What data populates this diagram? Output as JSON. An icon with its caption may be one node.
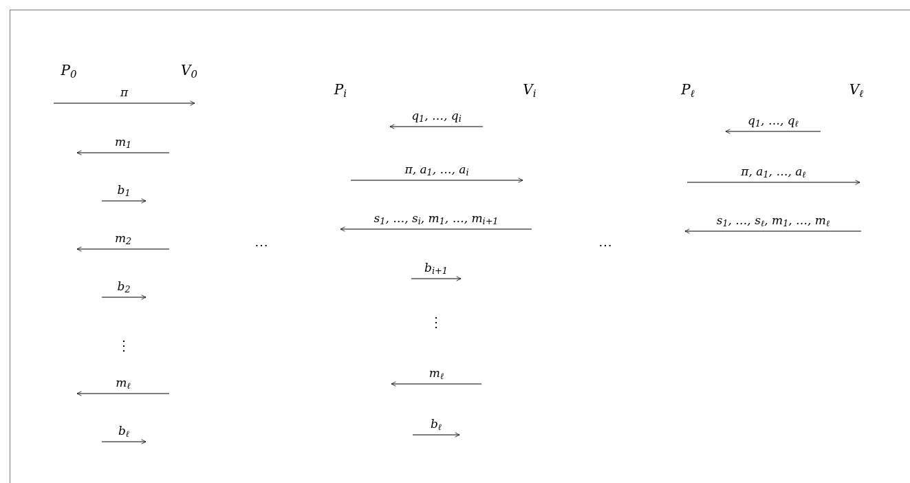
{
  "diagram": {
    "nodes": [
      {
        "text": [
          "P$_{0}$"
        ]
      },
      {
        "text": [
          "V$_{0}$"
        ]
      },
      {
        "text": [
          "P$_{i}$"
        ]
      },
      {
        "text": [
          "V$_{i}$"
        ]
      },
      {
        "text": [
          "P$_{ℓ}$"
        ]
      },
      {
        "text": [
          "V$_{ℓ}$"
        ]
      }
    ],
    "labels": [
      "π",
      "m$_{1}$",
      "b$_{1}$",
      "m$_{2}$",
      "b$_{2}$",
      "⋮",
      "m$_{ℓ}$",
      "b$_{ℓ}$",
      "⋯",
      "q$_{1}$, …, q$_{i}$",
      "π, a$_{1}$, …, a$_{i}$",
      "s$_{1}$, …, s$_{i}$, m$_{1}$, …, m$_{i+1}$",
      "b$_{i+1}$",
      "⋮",
      "m$_{ℓ}$",
      "b$_{ℓ}$",
      "⋯",
      "q$_{1}$, …, q$_{ℓ}$",
      "π, a$_{1}$, …, a$_{ℓ}$",
      "s$_{1}$, …, s$_{ℓ}$, m$_{1}$, …, m$_{ℓ}$"
    ]
  }
}
